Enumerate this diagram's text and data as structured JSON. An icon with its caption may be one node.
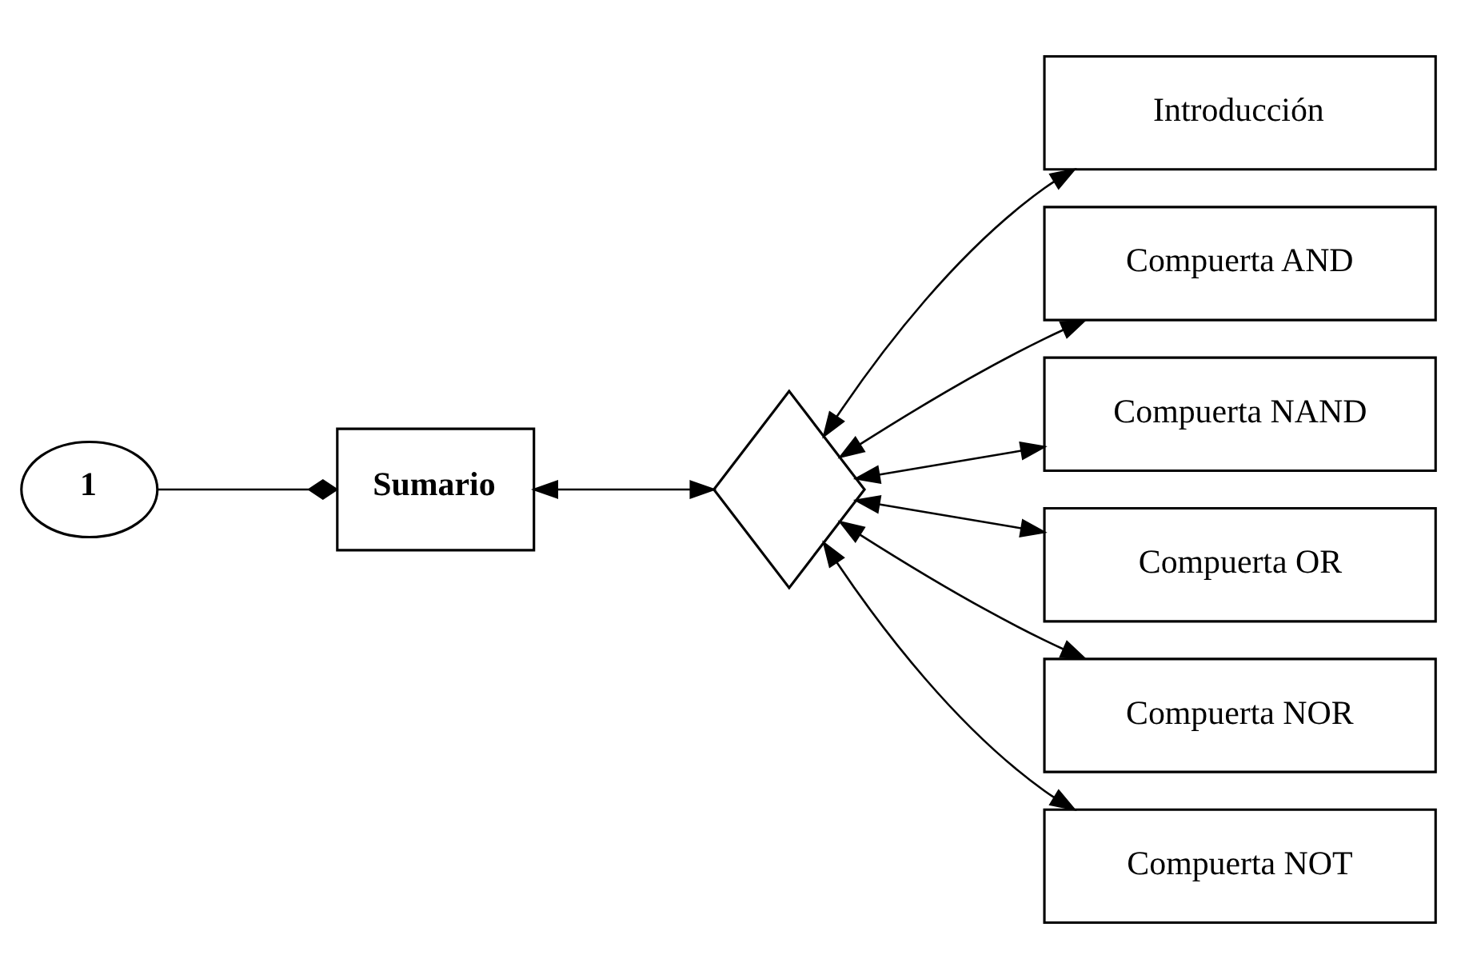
{
  "diagram": {
    "nodes": [
      {
        "text": [
          "1"
        ]
      },
      {
        "text": [
          "Sumario"
        ]
      },
      {
        "text": [],
        "shape": "diamond"
      },
      {
        "text": [
          "Introducción"
        ]
      },
      {
        "text": [
          "Compuerta AND"
        ]
      },
      {
        "text": [
          "Compuerta NAND"
        ]
      },
      {
        "text": [
          "Compuerta OR"
        ]
      },
      {
        "text": [
          "Compuerta NOR"
        ]
      },
      {
        "text": [
          "Compuerta NOT"
        ]
      }
    ],
    "edges": [
      {
        "from": 0,
        "to": 1,
        "arrow": "other"
      },
      {
        "from": 1,
        "to": 2,
        "arrow": "both"
      },
      {
        "from": 2,
        "to": 3,
        "arrow": "both"
      },
      {
        "from": 2,
        "to": 4,
        "arrow": "both"
      },
      {
        "from": 2,
        "to": 5,
        "arrow": "both"
      },
      {
        "from": 2,
        "to": 6,
        "arrow": "both"
      },
      {
        "from": 2,
        "to": 7,
        "arrow": "both"
      },
      {
        "from": 2,
        "to": 8,
        "arrow": "both"
      }
    ]
  }
}
